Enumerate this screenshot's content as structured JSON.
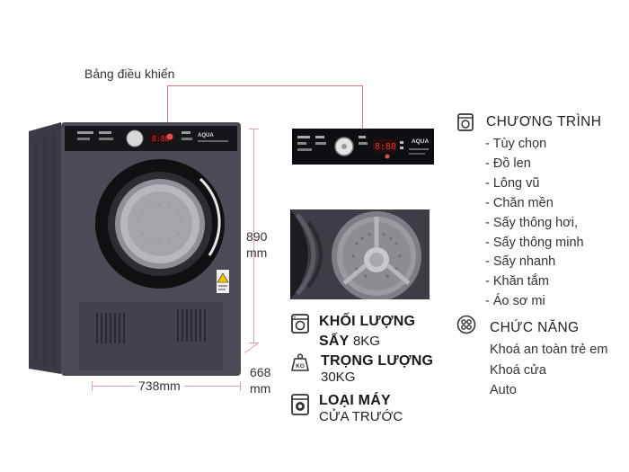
{
  "control_panel_label": "Bảng điều khiển",
  "brand": "AQUA",
  "dimensions": {
    "height": "890",
    "height_unit": "mm",
    "depth": "668",
    "depth_unit": "mm",
    "width": "738mm"
  },
  "specs": {
    "dry_capacity_label": "KHỐI LƯỢNG",
    "dry_capacity_label2": "SẤY",
    "dry_capacity_value": "8KG",
    "weight_label": "TRỌNG LƯỢNG",
    "weight_value": "30KG",
    "weight_icon_text": "KG",
    "type_label": "LOẠI MÁY",
    "type_value": "CỬA TRƯỚC"
  },
  "programs": {
    "title": "CHƯƠNG TRÌNH",
    "items": [
      "- Tùy chọn",
      "- Đồ len",
      "- Lông vũ",
      "- Chăn mền",
      "- Sấy thông hơi,",
      "- Sấy thông minh",
      "- Sấy nhanh",
      "- Khăn tắm",
      "- Áo sơ mi"
    ]
  },
  "functions": {
    "title": "CHỨC NĂNG",
    "items": [
      "Khoá an toàn trẻ em",
      "Khoá cửa",
      "Auto"
    ]
  },
  "colors": {
    "machine_body": "#4a4b55",
    "door_ring": "#111111",
    "accent_line": "#e07a7a"
  }
}
